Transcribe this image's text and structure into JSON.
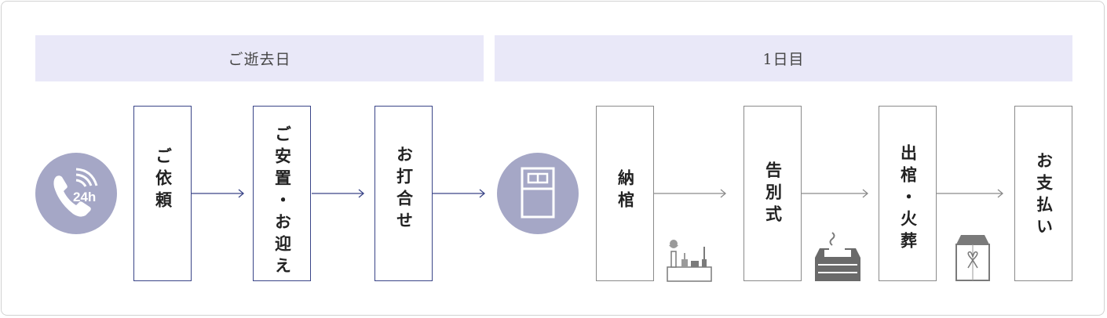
{
  "phases": [
    {
      "label": "ご逝去日"
    },
    {
      "label": "1日目"
    }
  ],
  "steps": [
    {
      "label": "ご依頼"
    },
    {
      "label": "ご安置・お迎え"
    },
    {
      "label": "お打合せ"
    },
    {
      "label": "納棺"
    },
    {
      "label": "告別式"
    },
    {
      "label": "出棺・火葬"
    },
    {
      "label": "お支払い"
    }
  ],
  "phone_icon": {
    "name": "phone-24h-icon",
    "text": "24h"
  },
  "colors": {
    "phase_bg": "#e9e8f8",
    "navy": "#3a4588",
    "gray": "#8a8a8a",
    "circle": "#a5a7c6",
    "icon_gray": "#7a7a7a"
  }
}
